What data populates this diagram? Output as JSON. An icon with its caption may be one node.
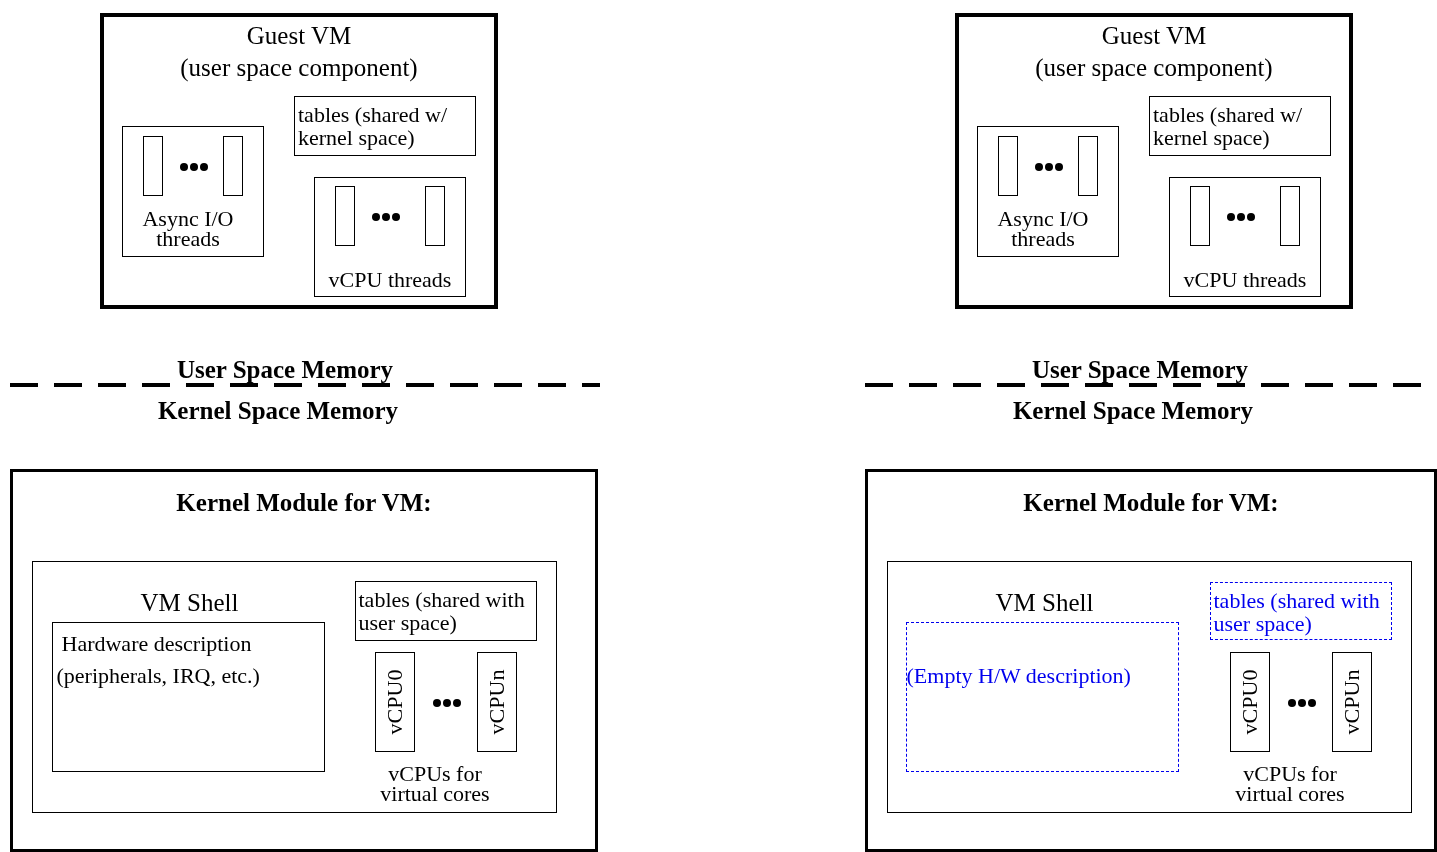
{
  "diagram": {
    "nodes": [
      {
        "text": [
          "Guest VM",
          "(user space component)"
        ]
      },
      {
        "text": [
          "tables (shared w/ kernel space)"
        ],
        "in": 0
      },
      {
        "text": [
          "Async I/O threads"
        ],
        "in": 0
      },
      {
        "text": [],
        "shape": "box",
        "in": 2
      },
      {
        "text": [],
        "shape": "box",
        "in": 2
      },
      {
        "text": [
          "vCPU threads"
        ],
        "in": 0
      },
      {
        "text": [],
        "shape": "box",
        "in": 5
      },
      {
        "text": [],
        "shape": "box",
        "in": 5
      },
      {
        "text": [
          "Kernel Module for VM:"
        ]
      },
      {
        "text": [
          "VM Shell"
        ],
        "in": 8
      },
      {
        "text": [
          "Hardware description",
          "(peripherals, IRQ, etc.)"
        ],
        "in": 9
      },
      {
        "text": [
          "tables (shared with user space)"
        ],
        "in": 9
      },
      {
        "text": [
          "vCPU0"
        ],
        "in": 9
      },
      {
        "text": [
          "vCPUn"
        ],
        "in": 9
      },
      {
        "text": [
          "Guest VM",
          "(user space component)"
        ]
      },
      {
        "text": [
          "tables (shared w/ kernel space)"
        ],
        "in": 14
      },
      {
        "text": [
          "Async I/O threads"
        ],
        "in": 14
      },
      {
        "text": [],
        "shape": "box",
        "in": 16
      },
      {
        "text": [],
        "shape": "box",
        "in": 16
      },
      {
        "text": [
          "vCPU threads"
        ],
        "in": 14
      },
      {
        "text": [],
        "shape": "box",
        "in": 19
      },
      {
        "text": [],
        "shape": "box",
        "in": 19
      },
      {
        "text": [
          "Kernel Module for VM:"
        ]
      },
      {
        "text": [
          "VM Shell"
        ],
        "in": 22
      },
      {
        "text": [
          "(Empty H/W description)"
        ],
        "in": 23
      },
      {
        "text": [
          "tables (shared with user space)"
        ],
        "in": 23
      },
      {
        "text": [
          "vCPU0"
        ],
        "in": 23
      },
      {
        "text": [
          "vCPUn"
        ],
        "in": 23
      }
    ],
    "edges": [],
    "labels": [
      "User Space Memory",
      "Kernel Space Memory",
      "vCPUs for virtual cores",
      "User Space Memory",
      "Kernel Space Memory",
      "vCPUs for virtual cores"
    ]
  }
}
